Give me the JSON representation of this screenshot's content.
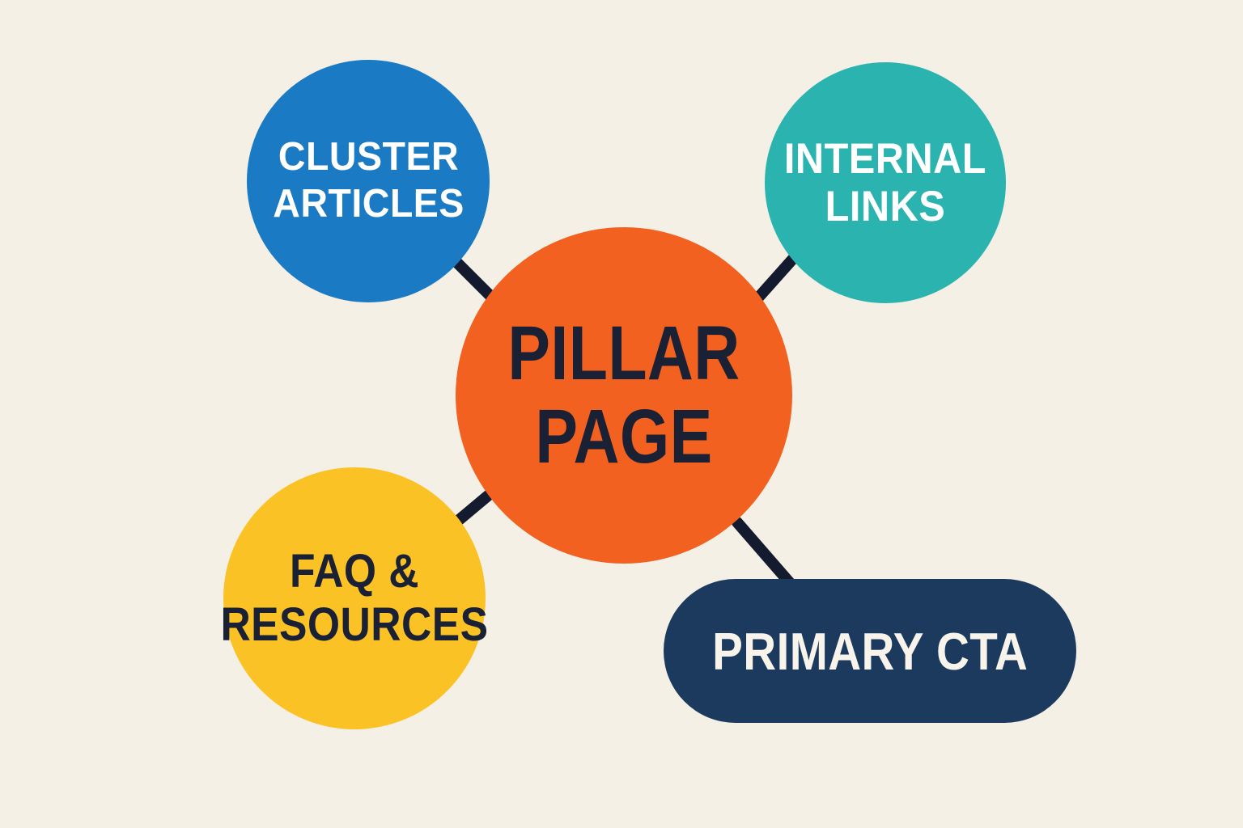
{
  "colors": {
    "background": "#F5F0E6",
    "pillar_orange": "#F2611F",
    "cluster_blue": "#1B7AC4",
    "internal_teal": "#2BB4AF",
    "faq_yellow": "#FAC224",
    "cta_navy": "#1B3A5E",
    "connector_dark": "#151B2E",
    "dark_text": "#1B2134",
    "light_text": "#FFFFFF"
  },
  "diagram": {
    "center_node": {
      "label": "PILLAR PAGE",
      "line1": "PILLAR",
      "line2": "PAGE"
    },
    "cluster_articles": {
      "label": "CLUSTER ARTICLES",
      "line1": "CLUSTER",
      "line2": "ARTICLES"
    },
    "internal_links": {
      "label": "INTERNAL LINKS",
      "line1": "INTERNAL",
      "line2": "LINKS"
    },
    "faq_resources": {
      "label": "FAQ & RESOURCES",
      "line1": "FAQ &",
      "line2": "RESOURCES"
    },
    "primary_cta": {
      "label": "PRIMARY CTA"
    }
  }
}
